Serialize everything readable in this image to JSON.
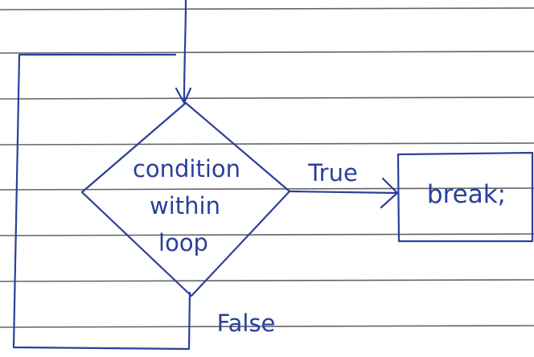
{
  "diagram": {
    "decision": {
      "lines": [
        "condition",
        "within",
        "loop"
      ]
    },
    "action": {
      "label": "break;"
    },
    "edges": {
      "true_label": "True",
      "false_label": "False"
    }
  },
  "colors": {
    "ink": "#2a3f9b",
    "ruled_line": "#4a4a4a",
    "paper": "#ffffff"
  }
}
